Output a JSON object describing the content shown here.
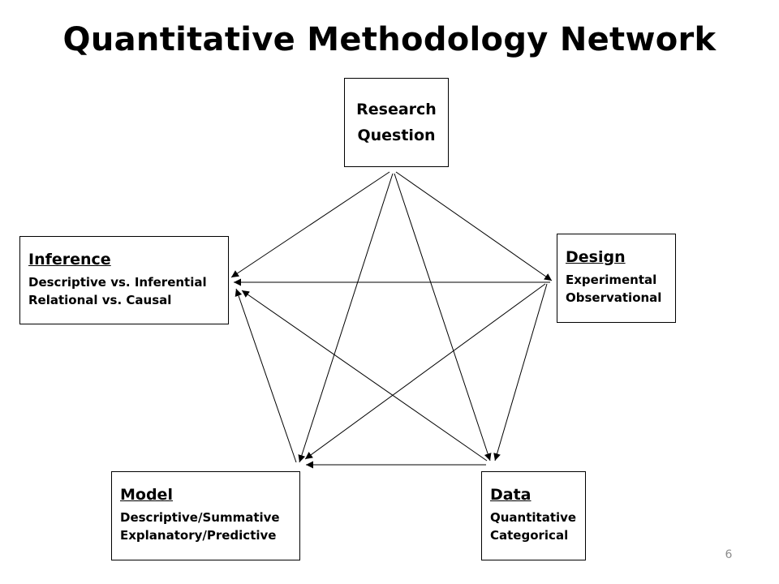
{
  "title": "Quantitative Methodology Network",
  "nodes": {
    "research": {
      "lines": [
        "Research",
        "Question"
      ]
    },
    "inference": {
      "heading": "Inference",
      "lines": [
        "Descriptive vs. Inferential",
        "Relational vs. Causal"
      ]
    },
    "design": {
      "heading": "Design",
      "lines": [
        "Experimental",
        "Observational"
      ]
    },
    "model": {
      "heading": "Model",
      "lines": [
        "Descriptive/Summative",
        "Explanatory/Predictive"
      ]
    },
    "data": {
      "heading": "Data",
      "lines": [
        "Quantitative",
        "Categorical"
      ]
    }
  },
  "edges": [
    {
      "from": "research",
      "to": "inference"
    },
    {
      "from": "research",
      "to": "design"
    },
    {
      "from": "research",
      "to": "model"
    },
    {
      "from": "research",
      "to": "data"
    },
    {
      "from": "design",
      "to": "inference"
    },
    {
      "from": "design",
      "to": "model"
    },
    {
      "from": "design",
      "to": "data"
    },
    {
      "from": "model",
      "to": "inference"
    },
    {
      "from": "data",
      "to": "inference"
    },
    {
      "from": "data",
      "to": "model"
    }
  ],
  "page_number": "6"
}
